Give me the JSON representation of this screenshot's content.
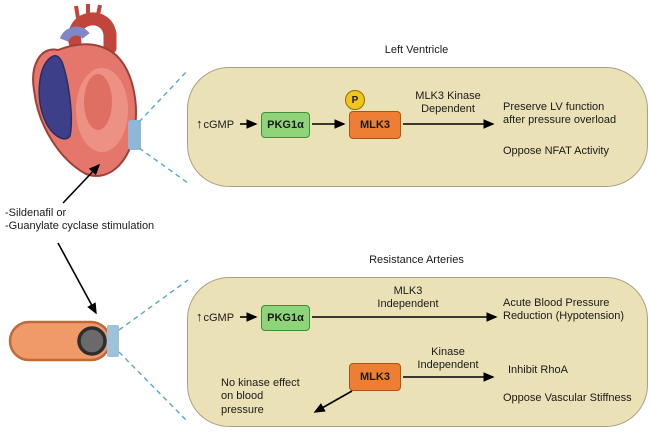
{
  "stimulus": {
    "line1": "-Sildenafil or",
    "line2": "-Guanylate cyclase stimulation"
  },
  "lv": {
    "title": "Left Ventricle",
    "up_arrow": "↑",
    "cgmp": "cGMP",
    "pkg": "PKG1α",
    "phospho": "P",
    "mlk3": "MLK3",
    "arrow_label1": "MLK3 Kinase",
    "arrow_label2": "Dependent",
    "outcome1a": "Preserve LV function",
    "outcome1b": "after pressure overload",
    "outcome2": "Oppose NFAT Activity"
  },
  "ra": {
    "title": "Resistance Arteries",
    "up_arrow": "↑",
    "cgmp": "cGMP",
    "pkg": "PKG1α",
    "mlk3": "MLK3",
    "arrow_label1": "MLK3",
    "arrow_label2": "Independent",
    "outcome1a": "Acute Blood Pressure",
    "outcome1b": "Reduction (Hypotension)",
    "arrow2_label1": "Kinase",
    "arrow2_label2": "Independent",
    "outcome2": "Inhibit RhoA",
    "outcome3": "Oppose Vascular Stiffness",
    "note1": "No kinase effect",
    "note2": "on blood",
    "note3": "pressure"
  },
  "colors": {
    "panel_fill": "#eae2b6",
    "pkg_fill": "#8fd478",
    "mlk3_fill": "#ee7e33",
    "phospho_fill": "#f2c51c",
    "dashed_connector": "#58a8c6",
    "heart_red": "#e5766c",
    "right_atrium_blue": "#3d3f88",
    "artery_orange": "#f09a6a"
  }
}
